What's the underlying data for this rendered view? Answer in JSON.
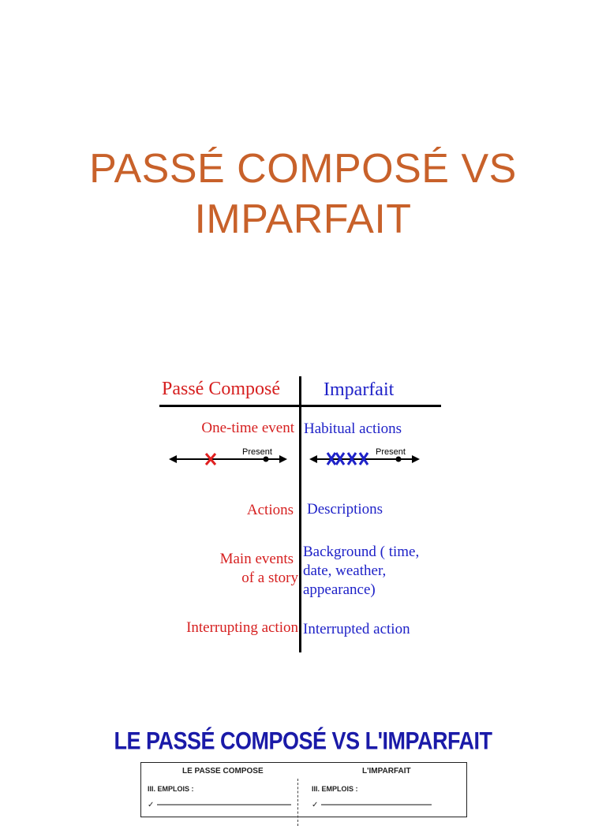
{
  "title": {
    "line1": "PASSÉ COMPOSÉ VS",
    "line2": "IMPARFAIT"
  },
  "comparison": {
    "left_header": "Passé Composé",
    "right_header": "Imparfait",
    "present_label": "Present",
    "left_rows": [
      "One-time event",
      "Actions",
      "Main events",
      "of a story",
      "Interrupting action"
    ],
    "right_rows": [
      "Habitual actions",
      "Descriptions",
      "Background ( time,",
      "date, weather,",
      "appearance)",
      "Interrupted action"
    ],
    "colors": {
      "left": "#d62020",
      "right": "#1f22c8",
      "marker_left": "#e02020",
      "marker_right": "#1f22c8"
    }
  },
  "document_preview": {
    "title": "LE PASSÉ COMPOSÉ VS L'IMPARFAIT",
    "left_col": "LE PASSE COMPOSE",
    "right_col": "L'IMPARFAIT",
    "left_section": "III. EMPLOIS :",
    "right_section": "III. EMPLOIS :"
  }
}
